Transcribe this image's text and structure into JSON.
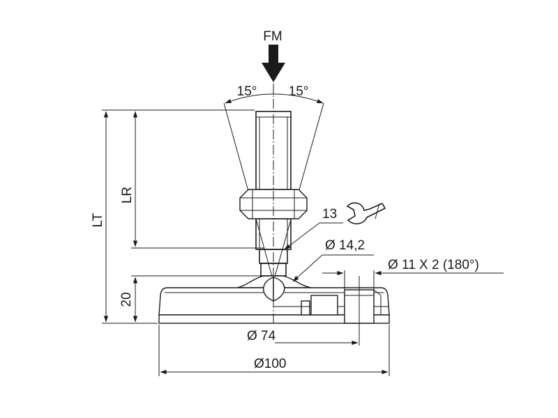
{
  "labels": {
    "force": "FM",
    "angle_left": "15°",
    "angle_right": "15°",
    "total_height": "LT",
    "thread_length": "LR",
    "base_height": "20",
    "wrench_size": "13",
    "ball_diameter": "Ø 14,2",
    "holes": "Ø 11 X 2 (180°)",
    "hole_circle": "Ø 74",
    "base_diameter": "Ø100"
  },
  "colors": {
    "line": "#1a1a1a",
    "background": "#ffffff"
  },
  "icons": {
    "wrench": "wrench-icon",
    "force_arrow": "arrow-down-icon"
  }
}
